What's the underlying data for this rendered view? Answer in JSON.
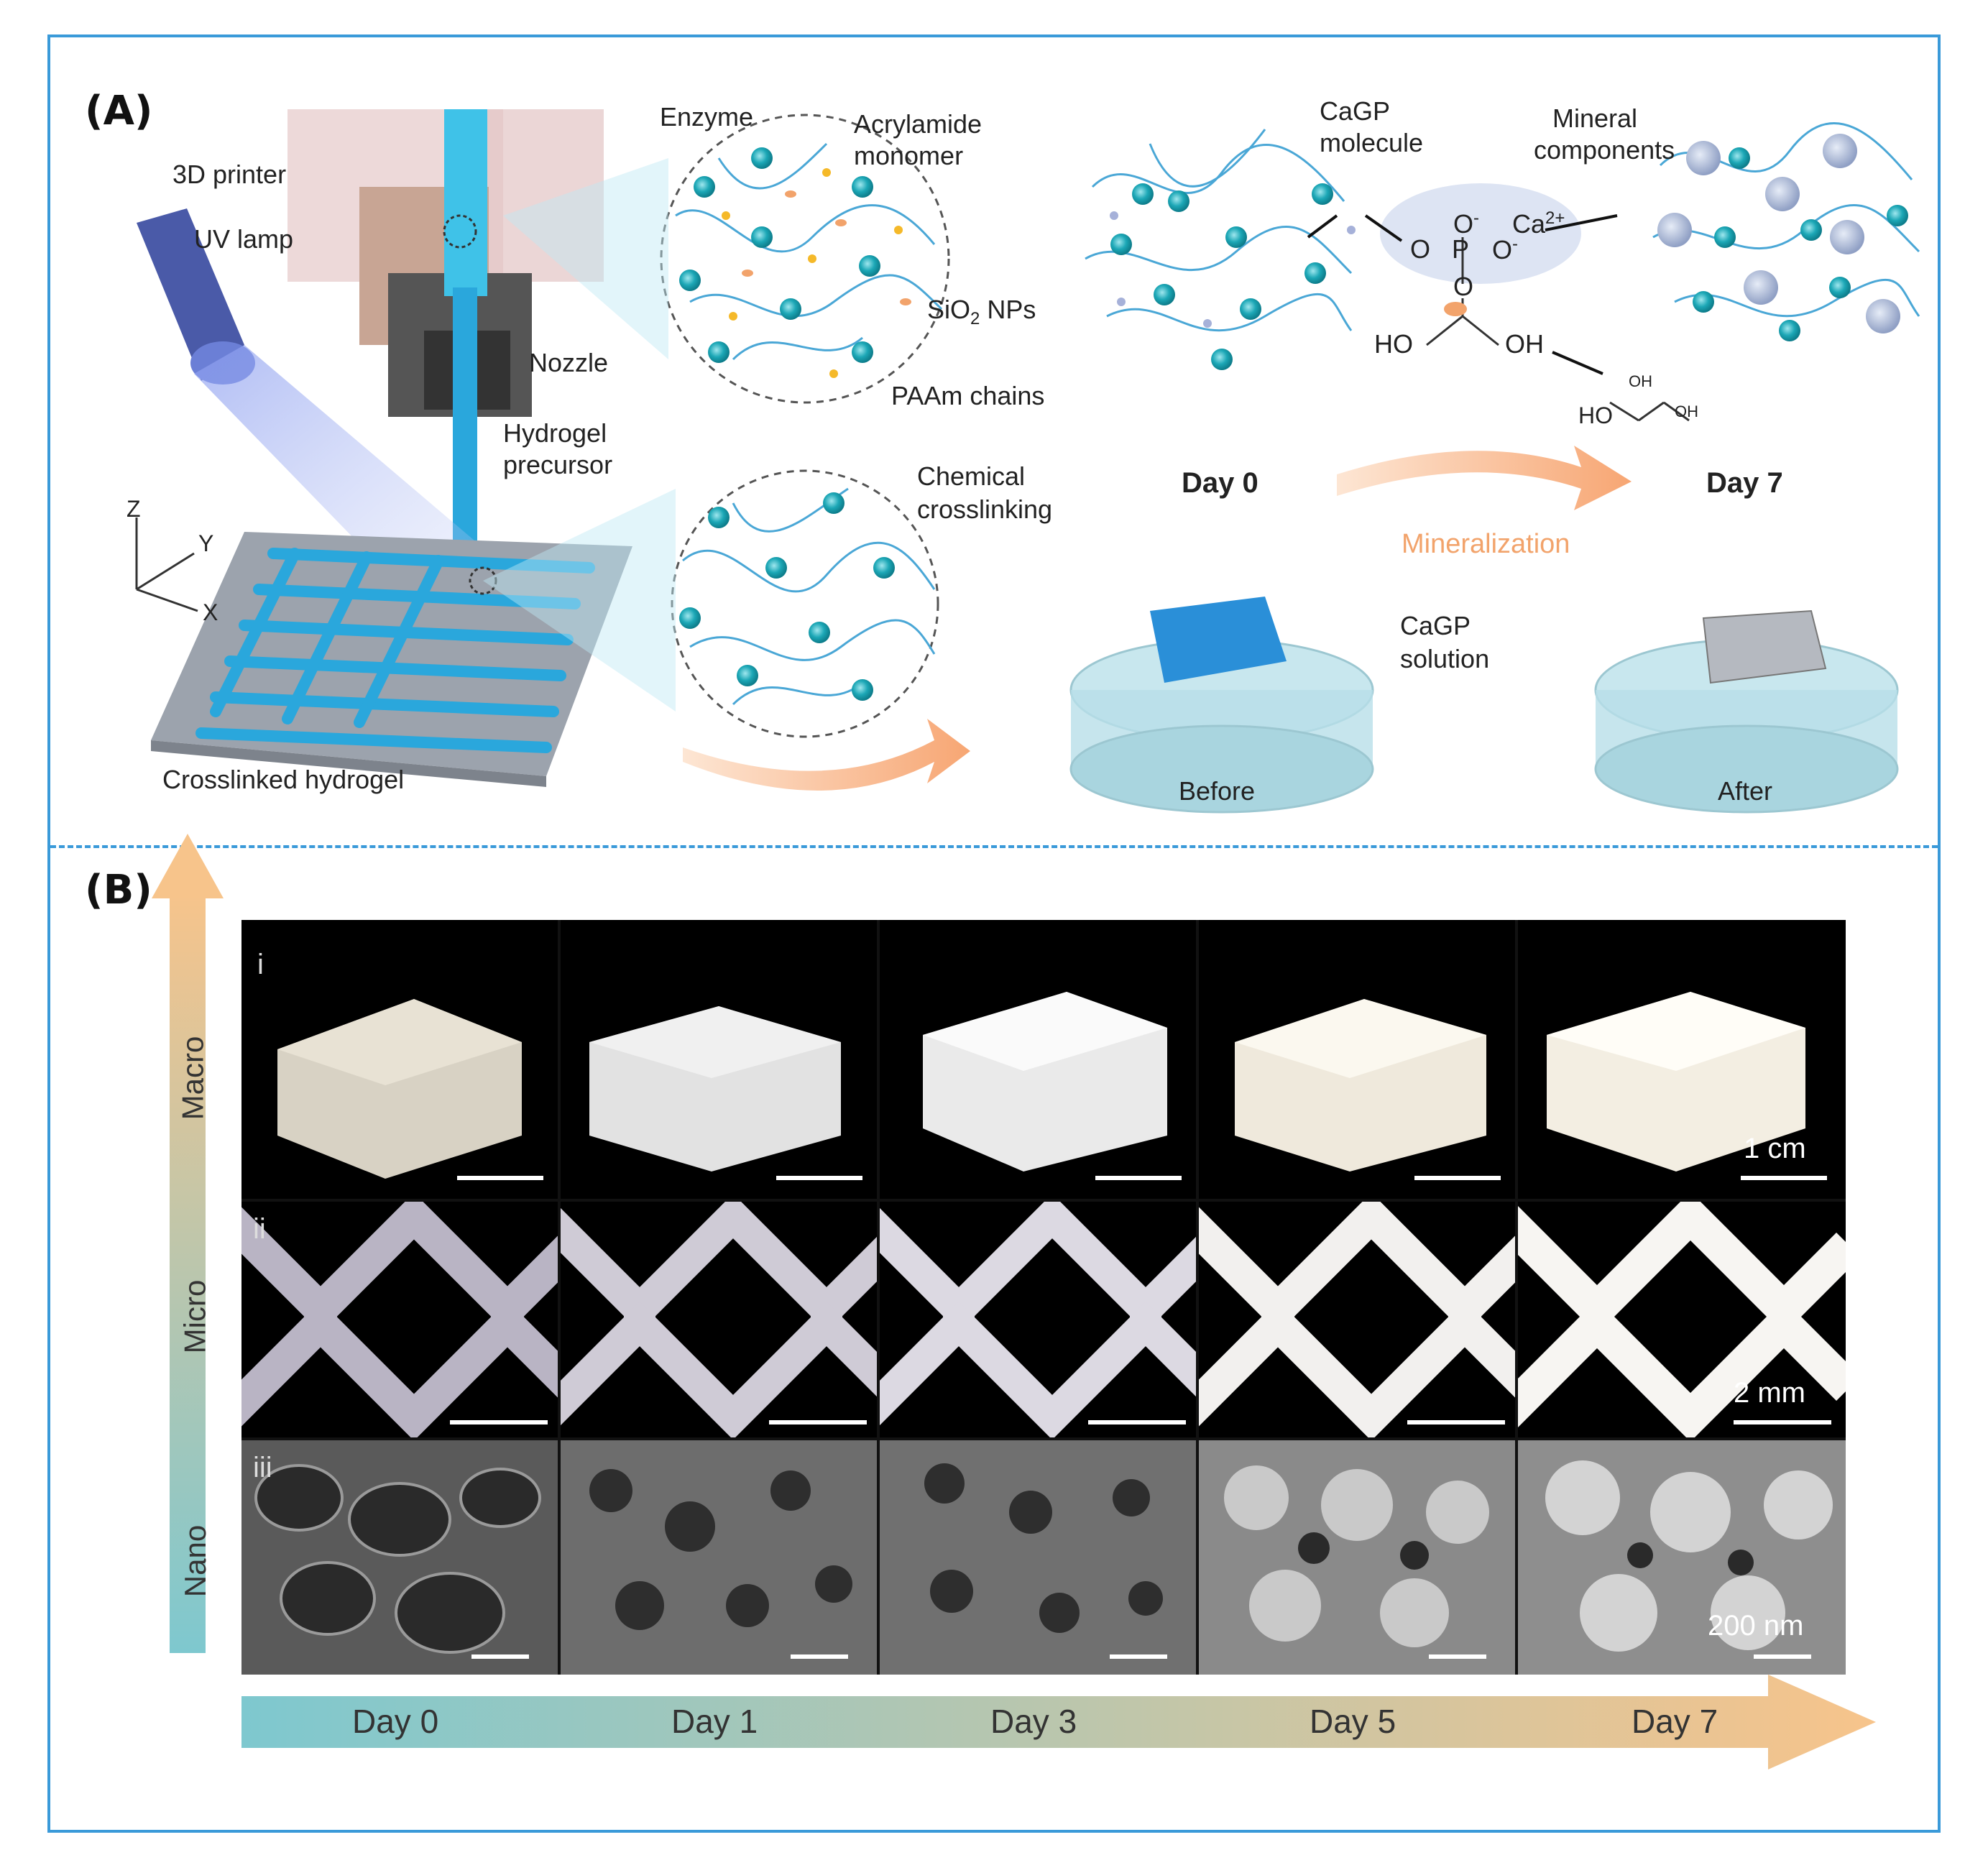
{
  "panel_a": {
    "label": "(A)",
    "printer_labels": {
      "printer": "3D printer",
      "uv_lamp": "UV lamp",
      "nozzle": "Nozzle",
      "precursor_line1": "Hydrogel",
      "precursor_line2": "precursor",
      "crosslinked": "Crosslinked hydrogel",
      "axis_z": "Z",
      "axis_y": "Y",
      "axis_x": "X"
    },
    "circle_labels": {
      "enzyme": "Enzyme",
      "acrylamide_line1": "Acrylamide",
      "acrylamide_line2": "monomer",
      "sio2": "SiO",
      "sio2_sub": "2",
      "sio2_rest": " NPs",
      "paam": "PAAm chains",
      "chem_line1": "Chemical",
      "chem_line2": "crosslinking"
    },
    "reaction_labels": {
      "cagp_line1": "CaGP",
      "cagp_line2": "molecule",
      "mineral_line1": "Mineral",
      "mineral_line2": "components",
      "ca": "Ca",
      "ca_sup": "2+",
      "o_minus": "O",
      "minus": "-",
      "p": "P",
      "o": "O",
      "ho": "HO",
      "oh": "OH",
      "glycerol_ho": "HO",
      "glycerol_oh1": "OH",
      "glycerol_oh2": "OH"
    },
    "dish_labels": {
      "day0": "Day 0",
      "day7": "Day 7",
      "mineralization": "Mineralization",
      "cagp_line1": "CaGP",
      "cagp_line2": "solution",
      "before": "Before",
      "after": "After"
    }
  },
  "panel_b": {
    "label": "(B)",
    "row_labels": [
      "Macro",
      "Micro",
      "Nano"
    ],
    "row_numerals": [
      "i",
      "ii",
      "iii"
    ],
    "days": [
      "Day 0",
      "Day 1",
      "Day 3",
      "Day 5",
      "Day 7"
    ],
    "scale_labels": [
      "1 cm",
      "2 mm",
      "200 nm"
    ],
    "colors": {
      "gradient_start": "#7ec8cf",
      "gradient_end": "#f7c48b"
    }
  },
  "colors": {
    "frame": "#3a9ad9",
    "hydrogel": "#2aa7dc",
    "nanoparticle": "#1ca7b6",
    "enzyme": "#f2a36b",
    "monomer": "#f5b929",
    "arrow": "#f7b587"
  }
}
